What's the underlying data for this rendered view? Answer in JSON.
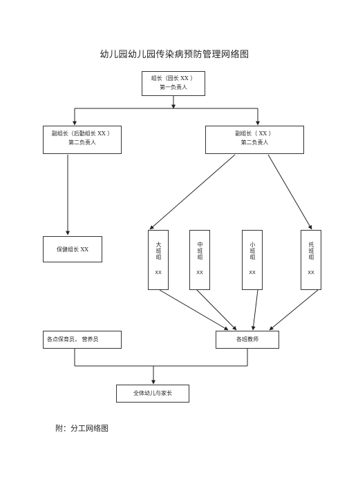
{
  "title": "幼儿园幼儿园传染病预防管理网络图",
  "nodes": {
    "leader": {
      "line1": "组长（园长   XX ）",
      "line2": "第一负责人"
    },
    "vice_left": {
      "line1": "副组长（后勤组长    XX ）",
      "line2": "第二负责人"
    },
    "vice_right": {
      "line1": "副组长（  XX ）",
      "line2": "第二负责人"
    },
    "health": {
      "label": "保健组长   XX"
    },
    "classes": [
      {
        "name": "大班组",
        "person": "XX"
      },
      {
        "name": "中班组",
        "person": "XX"
      },
      {
        "name": "小班组",
        "person": "XX"
      },
      {
        "name": "托班组",
        "person": "XX"
      }
    ],
    "staff": {
      "label": "各点保育员，  营养员"
    },
    "teachers": {
      "label": "各班教师"
    },
    "all": {
      "label": "全体幼儿与家长"
    }
  },
  "footnote": "附：分工网络图"
}
